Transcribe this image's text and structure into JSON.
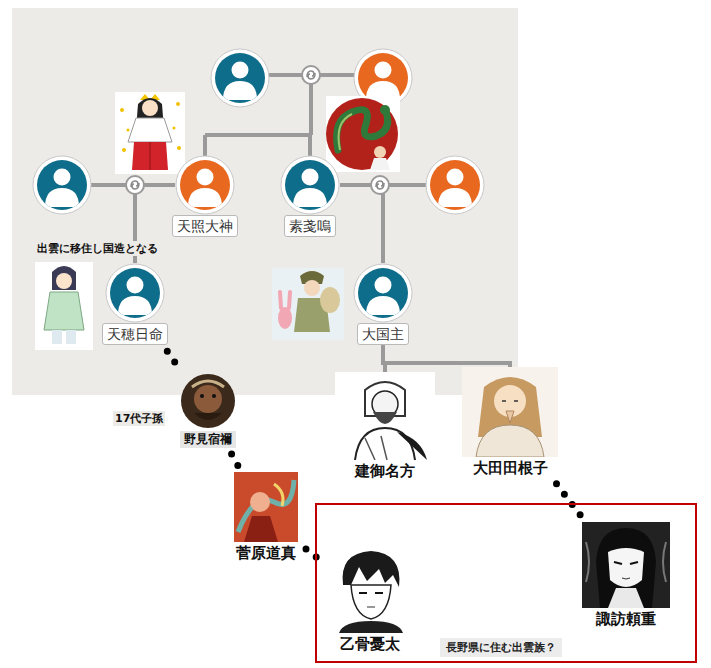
{
  "diagram": {
    "nodes": [
      {
        "text": [
          "天照大神"
        ]
      },
      {
        "text": [
          "素戔嗚"
        ]
      },
      {
        "text": [
          "天穂日命"
        ]
      },
      {
        "text": [
          "大国主"
        ]
      },
      {
        "text": [
          "野見宿禰"
        ]
      },
      {
        "text": [
          "建御名方"
        ]
      },
      {
        "text": [
          "大田田根子"
        ]
      },
      {
        "text": [
          "菅原道真"
        ]
      },
      {
        "text": [
          "長野県に住む出雲族？"
        ]
      },
      {
        "text": [
          "乙骨憂太"
        ],
        "in": 8
      },
      {
        "text": [
          "諏訪頼重"
        ],
        "in": 8
      }
    ],
    "edges": [
      {
        "from": 0,
        "to": 2,
        "arrow": "none"
      },
      {
        "from": 1,
        "to": 3,
        "arrow": "none"
      },
      {
        "from": 3,
        "to": 5,
        "arrow": "none"
      },
      {
        "from": 3,
        "to": 6,
        "arrow": "none"
      },
      {
        "from": 2,
        "to": 4,
        "arrow": "none"
      },
      {
        "from": 4,
        "to": 7,
        "arrow": "none"
      },
      {
        "from": 7,
        "to": 9,
        "arrow": "none"
      },
      {
        "from": 6,
        "to": 10,
        "arrow": "none"
      }
    ],
    "labels": [
      "出雲に移住し国造となる",
      "17代子孫"
    ]
  }
}
